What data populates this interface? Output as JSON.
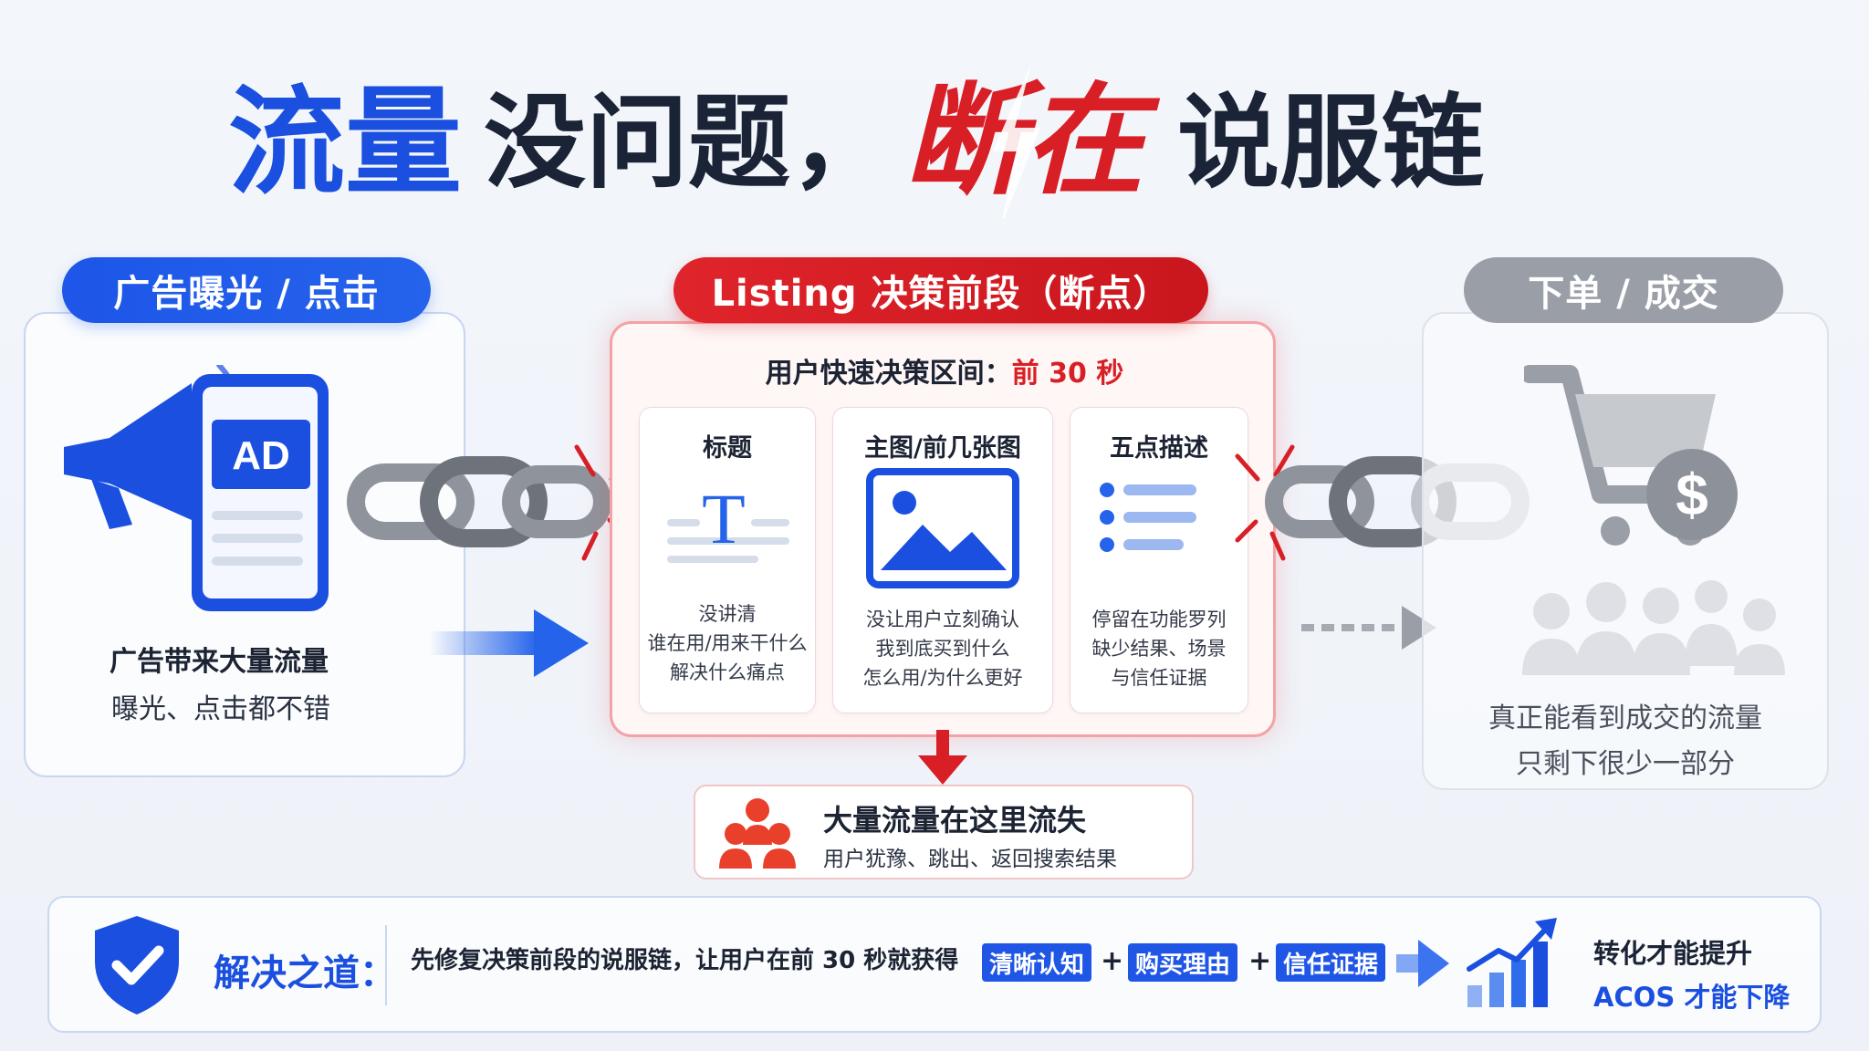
{
  "title": {
    "part1": "流量",
    "part2": "没问题，",
    "part3": "断在",
    "part4": "说服链"
  },
  "left": {
    "pill": "广告曝光 / 点击",
    "ad_badge": "AD",
    "line1": "广告带来大量流量",
    "line2": "曝光、点击都不错"
  },
  "middle": {
    "pill": "Listing 决策前段（断点）",
    "header_prefix": "用户快速决策区间：",
    "header_highlight": "前 30 秒",
    "cards": [
      {
        "title": "标题",
        "icon": "text-title-icon",
        "lines": [
          "没讲清",
          "谁在用/用来干什么",
          "解决什么痛点"
        ]
      },
      {
        "title": "主图/前几张图",
        "icon": "image-icon",
        "lines": [
          "没让用户立刻确认",
          "我到底买到什么",
          "怎么用/为什么更好"
        ]
      },
      {
        "title": "五点描述",
        "icon": "bullet-list-icon",
        "lines": [
          "停留在功能罗列",
          "缺少结果、场景",
          "与信任证据"
        ]
      }
    ]
  },
  "loss": {
    "title": "大量流量在这里流失",
    "subtitle": "用户犹豫、跳出、返回搜索结果"
  },
  "right": {
    "pill": "下单 / 成交",
    "line1": "真正能看到成交的流量",
    "line2": "只剩下很少一部分"
  },
  "solution": {
    "label": "解决之道：",
    "text": "先修复决策前段的说服链，让用户在前 30 秒就获得",
    "tags": [
      "清晰认知",
      "购买理由",
      "信任证据"
    ],
    "plus": "+",
    "result1": "转化才能提升",
    "result2": "ACOS 才能下降"
  },
  "colors": {
    "blue": "#1a4fe0",
    "red": "#d81f26",
    "dark": "#1b2436",
    "gray": "#9a9ea7"
  }
}
